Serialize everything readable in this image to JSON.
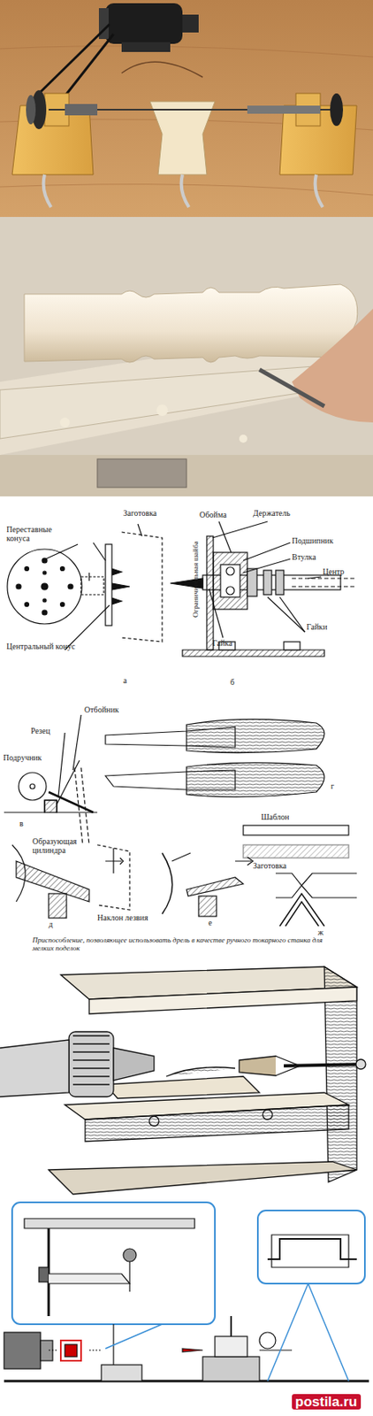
{
  "diagram": {
    "caption": "Приспособление, позволяющее использовать дрель в качестве ручного токарного станка для мелких поделок",
    "labels": [
      "Заготовка",
      "Переставные конуса",
      "Центральный конус",
      "а",
      "Обойма",
      "Держатель",
      "Ограничительная шайба",
      "Подшипник",
      "Втулка",
      "Центр",
      "Гайка",
      "Гайки",
      "б",
      "Отбойник",
      "Резец",
      "Подручник",
      "в",
      "г",
      "Шаблон",
      "Образующая цилиндра",
      "Наклон лезвия",
      "Заготовка",
      "д",
      "е",
      "ж",
      "postila.ru"
    ]
  }
}
